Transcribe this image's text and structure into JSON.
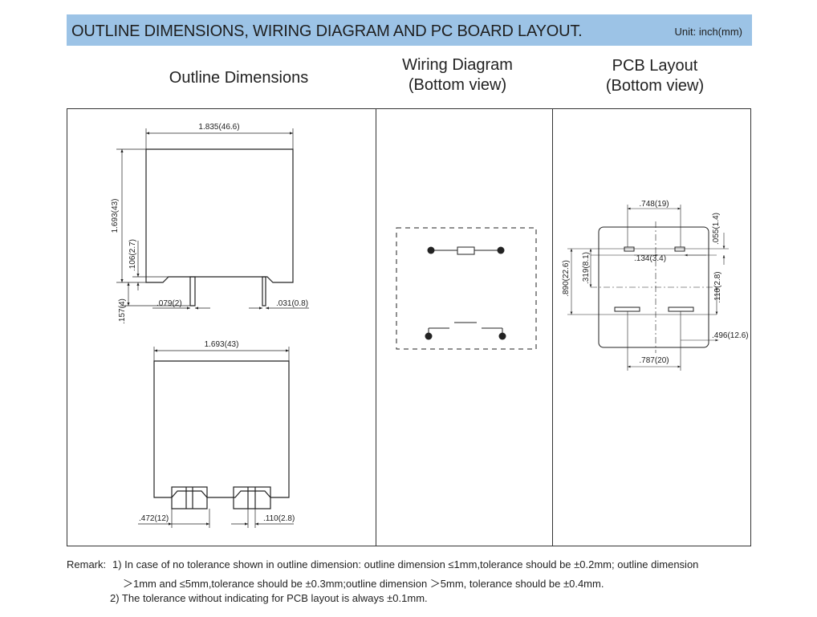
{
  "header": {
    "title": "OUTLINE DIMENSIONS, WIRING DIAGRAM AND PC BOARD LAYOUT.",
    "unit": "Unit: inch(mm)"
  },
  "columns": {
    "outline": "Outline Dimensions",
    "wiring_line1": "Wiring Diagram",
    "wiring_line2": "(Bottom view)",
    "pcb_line1": "PCB Layout",
    "pcb_line2": "(Bottom view)"
  },
  "outline_dims": {
    "top_width": "1.835(46.6)",
    "height": "1.693(43)",
    "shoulder": ".106(2.7)",
    "pin_length": ".157(4)",
    "pin_offset": ".079(2)",
    "pin_width": ".031(0.8)",
    "bottom_width": "1.693(43)",
    "tab_spacing": ".472(12)",
    "tab_width": ".110(2.8)"
  },
  "pcb_dims": {
    "top": ".748(19)",
    "right_top": ".055(1.4)",
    "slot_gap": ".134(3.4)",
    "left_outer": ".890(22.6)",
    "left_inner": ".319(8.1)",
    "right_mid": ".110(2.8)",
    "right_low": ".496(12.6)",
    "bottom": ".787(20)"
  },
  "remarks": {
    "label": "Remark:",
    "line1": "1) In case of no tolerance shown in outline dimension: outline dimension ≤1mm,tolerance should be ±0.2mm; outline dimension",
    "line2": "＞1mm and ≤5mm,tolerance should be ±0.3mm;outline dimension ＞5mm, tolerance should be ±0.4mm.",
    "line3": "2) The tolerance without indicating for PCB layout is always ±0.1mm."
  }
}
